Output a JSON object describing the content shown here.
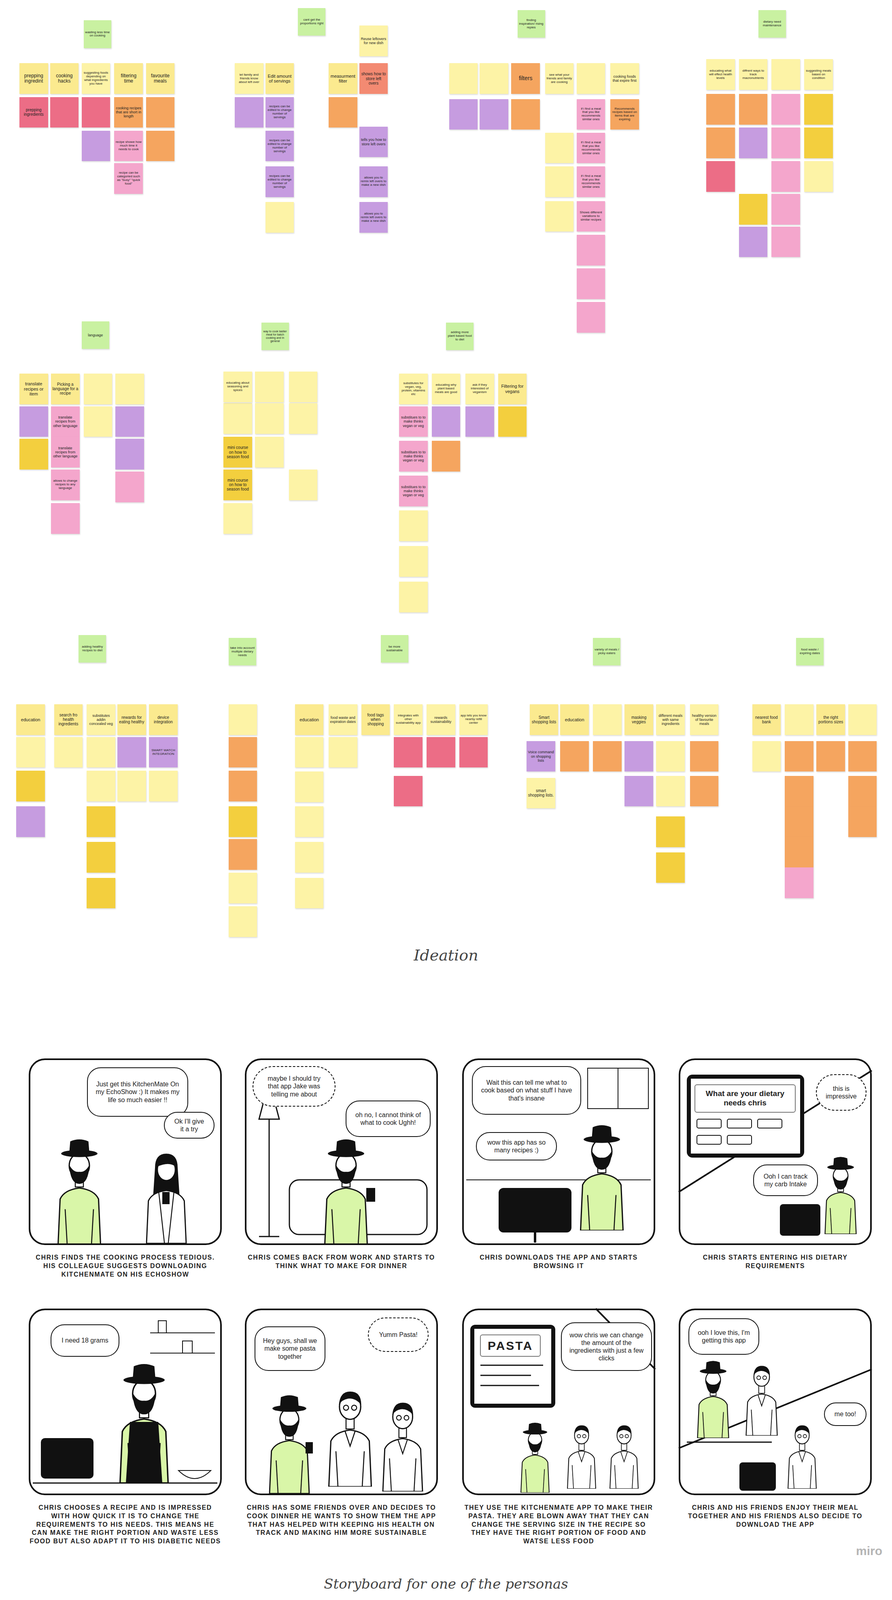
{
  "diagram": {
    "nodes": [
      {
        "text": [
          "wasting less time on cooking"
        ]
      },
      {
        "text": [
          "prepping ingredint"
        ]
      },
      {
        "text": [
          "cooking hacks"
        ]
      },
      {
        "text": [
          "suggesting foods depending on what ingredients you have"
        ]
      },
      {
        "text": [
          "filtering time"
        ]
      },
      {
        "text": [
          "favourite meals"
        ]
      },
      {
        "text": [
          "prepping ingredients"
        ]
      },
      {
        "text": [
          "cooking recipes that are short in length"
        ]
      },
      {
        "text": [
          "recipe showe how much time it needs to cook"
        ]
      },
      {
        "text": [
          "recipe can be categoried such as \"busy\" \"quick food\""
        ]
      },
      {
        "text": [
          "cant get the proportions right"
        ]
      },
      {
        "text": [
          "let family and friends know about left over"
        ]
      },
      {
        "text": [
          "Edit amount of servings"
        ]
      },
      {
        "text": [
          "measurment filter"
        ]
      },
      {
        "text": [
          "Reuse leftovers for new dish"
        ]
      },
      {
        "text": [
          "shows how to store left overs"
        ]
      },
      {
        "text": [
          "recipes can be edited to change number of servings"
        ]
      },
      {
        "text": [
          "recipes can be edited to change number of servings"
        ]
      },
      {
        "text": [
          "recipes can be edited to change number of servings"
        ]
      },
      {
        "text": [
          "tells you how to store left overs"
        ]
      },
      {
        "text": [
          "allows you to remix left overs to make a new dish"
        ]
      },
      {
        "text": [
          "allows you to remix left overs to make a new dish"
        ]
      },
      {
        "text": [
          "finding inspiration/ rising repies"
        ]
      },
      {
        "text": [
          "filters"
        ]
      },
      {
        "text": [
          "see what your friends and family are cooking"
        ]
      },
      {
        "text": [
          "cooking foods that expire first"
        ]
      },
      {
        "text": [
          "if i find a meal that you like recommends similar ones"
        ]
      },
      {
        "text": [
          "if i find a meal that you like recommends similar ones"
        ]
      },
      {
        "text": [
          "if i find a meal that you like recommends similar ones"
        ]
      },
      {
        "text": [
          "Recommends recipes based on items that are expiring"
        ]
      },
      {
        "text": [
          "Shows different variations to similar recipes"
        ]
      },
      {
        "text": [
          "dietary need maintenance"
        ]
      },
      {
        "text": [
          "educating what will effect health levels"
        ]
      },
      {
        "text": [
          "diffrent ways to track macronutrients"
        ]
      },
      {
        "text": [
          "suggesting meals based on condition"
        ]
      },
      {
        "text": [
          "language"
        ]
      },
      {
        "text": [
          "translate recipes or item"
        ]
      },
      {
        "text": [
          "Picking a language for a recipe"
        ]
      },
      {
        "text": [
          "translate recipes from other language"
        ]
      },
      {
        "text": [
          "translate recipes from other language"
        ]
      },
      {
        "text": [
          "allows to change recipes to any language"
        ]
      },
      {
        "text": [
          "way to cook tastier meal for batch cooking and in general"
        ]
      },
      {
        "text": [
          "educating about seasoning and spices"
        ]
      },
      {
        "text": [
          "mini course on how to season food"
        ]
      },
      {
        "text": [
          "mini course on how to season food"
        ]
      },
      {
        "text": [
          "adding more plant based food to diet"
        ]
      },
      {
        "text": [
          "substitutes for vegan, veg, protein, vitamins etc"
        ]
      },
      {
        "text": [
          "educating why plant based meals are good"
        ]
      },
      {
        "text": [
          "ask if they interested of veganism"
        ]
      },
      {
        "text": [
          "Filtering for vegans"
        ]
      },
      {
        "text": [
          "substitues to to make thinks vegan or veg"
        ]
      },
      {
        "text": [
          "substitues to to make thinks vegan or veg"
        ]
      },
      {
        "text": [
          "substitues to to make thinks vegan or veg"
        ]
      },
      {
        "text": [
          "adding healthy recipes to diet"
        ]
      },
      {
        "text": [
          "education"
        ]
      },
      {
        "text": [
          "search fro health ingredients"
        ]
      },
      {
        "text": [
          "substitutes addin concealed veg"
        ]
      },
      {
        "text": [
          "rewards for eating healthy"
        ]
      },
      {
        "text": [
          "device integration"
        ]
      },
      {
        "text": [
          "SMART WATCH INTEGRATION"
        ]
      },
      {
        "text": [
          "take into account multiple dietary needs"
        ]
      },
      {
        "text": [
          "be more sustainable"
        ]
      },
      {
        "text": [
          "education"
        ]
      },
      {
        "text": [
          "food waste and expiration dates"
        ]
      },
      {
        "text": [
          "food tags when shopping"
        ]
      },
      {
        "text": [
          "integrates with other sustainability app"
        ]
      },
      {
        "text": [
          "rewards sustainability"
        ]
      },
      {
        "text": [
          "app lets you know nearby refill center"
        ]
      },
      {
        "text": [
          "variety of meals / picky eaters"
        ]
      },
      {
        "text": [
          "Smart shopping lists"
        ]
      },
      {
        "text": [
          "education"
        ]
      },
      {
        "text": [
          "masking veggies"
        ]
      },
      {
        "text": [
          "different meals with same ingredients"
        ]
      },
      {
        "text": [
          "healthy version of favourite meals"
        ]
      },
      {
        "text": [
          "Voice command on shopping lists"
        ]
      },
      {
        "text": [
          "smart shopping lists."
        ]
      },
      {
        "text": [
          "food waste / expiring dates"
        ]
      },
      {
        "text": [
          "nearest food bank"
        ]
      },
      {
        "text": [
          "the right portions sizes"
        ]
      },
      {
        "text": [
          "CHRIS FINDS THE COOKING PROCESS TEDIOUS. HIS COLLEAGUE SUGGESTS DOWNLOADING KITCHENMATE ON HIS ECHOSHOW"
        ]
      },
      {
        "text": [
          "Just get this KitchenMate On my EchoShow :) It makes my life so much easier !!"
        ],
        "in": 79
      },
      {
        "text": [
          "Ok I'll give it a try"
        ],
        "in": 79
      },
      {
        "text": [
          "CHRIS COMES BACK FROM WORK AND STARTS TO THINK WHAT TO MAKE FOR DINNER"
        ]
      },
      {
        "text": [
          "maybe I should try that app Jake was telling me about"
        ],
        "in": 82
      },
      {
        "text": [
          "oh no, I cannot think of what to cook Ughh!"
        ],
        "in": 82
      },
      {
        "text": [
          "CHRIS DOWNLOADS THE APP AND STARTS BROWSING IT"
        ]
      },
      {
        "text": [
          "Wait this can tell me what to cook based on what stuff I have that's insane"
        ],
        "in": 85
      },
      {
        "text": [
          "wow this app has so many recipes :)"
        ],
        "in": 85
      },
      {
        "text": [
          "CHRIS STARTS ENTERING HIS DIETARY REQUIREMENTS"
        ]
      },
      {
        "text": [
          "What are your dietary needs chris"
        ],
        "in": 88
      },
      {
        "text": [
          "this is impressive"
        ],
        "in": 88
      },
      {
        "text": [
          "Ooh I can track my carb Intake"
        ],
        "in": 88
      },
      {
        "text": [
          "CHRIS CHOOSES A RECIPE AND IS IMPRESSED WITH HOW QUICK IT IS TO CHANGE THE REQUIREMENTS TO HIS NEEDS. THIS MEANS HE CAN MAKE THE RIGHT PORTION AND WASTE LESS FOOD BUT ALSO ADAPT IT TO HIS DIABETIC NEEDS"
        ]
      },
      {
        "text": [
          "I need 18 grams"
        ],
        "in": 92
      },
      {
        "text": [
          "CHRIS HAS SOME FRIENDS OVER AND DECIDES TO COOK DINNER HE WANTS TO SHOW THEM THE APP THAT HAS HELPED WITH KEEPING HIS HEALTH ON TRACK AND MAKING HIM MORE SUSTAINABLE"
        ]
      },
      {
        "text": [
          "Hey guys, shall we make some pasta together"
        ],
        "in": 94
      },
      {
        "text": [
          "Yumm Pasta!"
        ],
        "in": 94
      },
      {
        "text": [
          "THEY USE THE KITCHENMATE APP TO MAKE THEIR PASTA. THEY ARE BLOWN AWAY THAT THEY CAN CHANGE THE SERVING SIZE IN THE RECIPE SO THEY HAVE THE RIGHT PORTION OF FOOD AND WATSE LESS FOOD"
        ]
      },
      {
        "text": [
          "PASTA"
        ],
        "in": 97
      },
      {
        "text": [
          "wow chris we can change the amount of the ingredients with just a few clicks"
        ],
        "in": 97
      },
      {
        "text": [
          "CHRIS AND HIS FRIENDS ENJOY THEIR MEAL TOGETHER AND HIS FRIENDS ALSO DECIDE TO DOWNLOAD THE APP"
        ]
      },
      {
        "text": [
          "ooh I love this, I'm getting this app"
        ],
        "in": 100
      },
      {
        "text": [
          "me too!"
        ],
        "in": 100
      }
    ],
    "labels": [
      "Ideation",
      "Storyboard for one of the personas",
      "miro"
    ]
  }
}
